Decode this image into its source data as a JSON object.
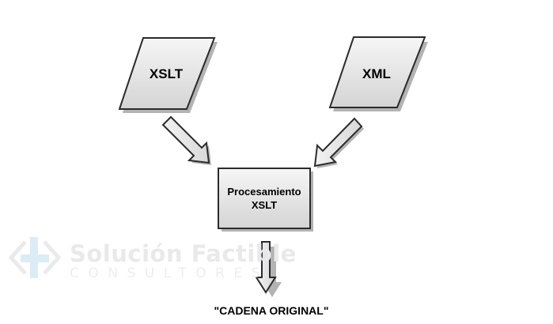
{
  "diagram": {
    "nodes": [
      {
        "id": "xslt",
        "label": "XSLT",
        "shape": "parallelogram"
      },
      {
        "id": "xml",
        "label": "XML",
        "shape": "parallelogram"
      },
      {
        "id": "process",
        "label_line1": "Procesamiento",
        "label_line2": "XSLT",
        "shape": "rectangle"
      },
      {
        "id": "output",
        "label": "\"CADENA ORIGINAL\"",
        "shape": "text"
      }
    ],
    "edges": [
      {
        "from": "xslt",
        "to": "process"
      },
      {
        "from": "xml",
        "to": "process"
      },
      {
        "from": "process",
        "to": "output"
      }
    ]
  },
  "watermark": {
    "name": "Solución Factible",
    "subtitle": "CONSULTORES"
  },
  "colors": {
    "shape_fill_top": "#f4f4f4",
    "shape_fill_bottom": "#d6d6d6",
    "stroke": "#2b2b2b",
    "shadow": "#b3b3b3",
    "watermark": "#e6e6ea",
    "watermark_logo": "#d7e9f5"
  }
}
